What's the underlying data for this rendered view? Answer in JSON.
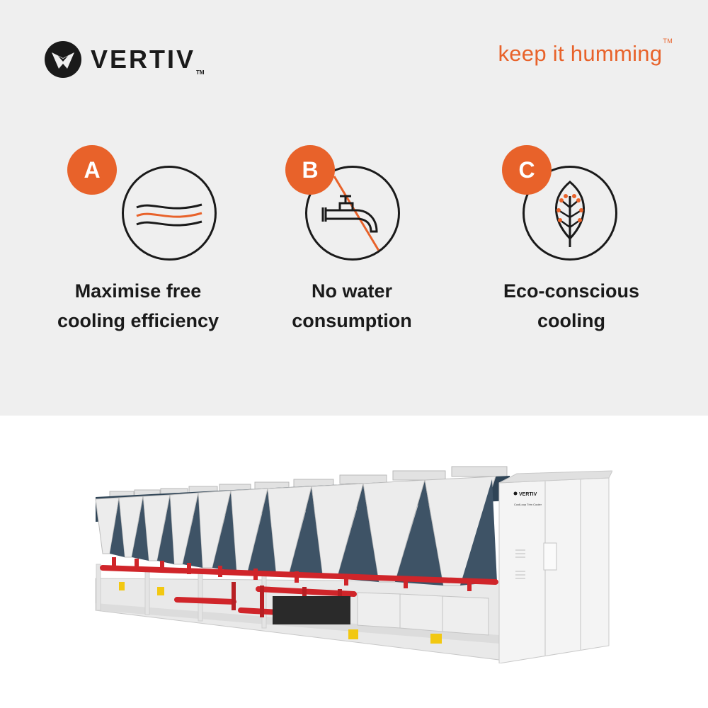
{
  "brand": {
    "name": "VERTIV",
    "trademark": "TM",
    "tagline": "keep it humming",
    "tagline_tm": "TM",
    "accent_color": "#e8622a",
    "text_color": "#1a1a1a"
  },
  "features": [
    {
      "letter": "A",
      "label_line1": "Maximise free",
      "label_line2": "cooling efficiency",
      "icon": "airflow-icon"
    },
    {
      "letter": "B",
      "label_line1": "No water",
      "label_line2": "consumption",
      "icon": "no-water-tap-icon"
    },
    {
      "letter": "C",
      "label_line1": "Eco-conscious",
      "label_line2": "cooling",
      "icon": "leaf-icon"
    }
  ],
  "product": {
    "image": "free-cooling-chiller-unit-image",
    "panel_brand": "VERTIV",
    "panel_model": "CoolLoop Trim Cooler"
  }
}
